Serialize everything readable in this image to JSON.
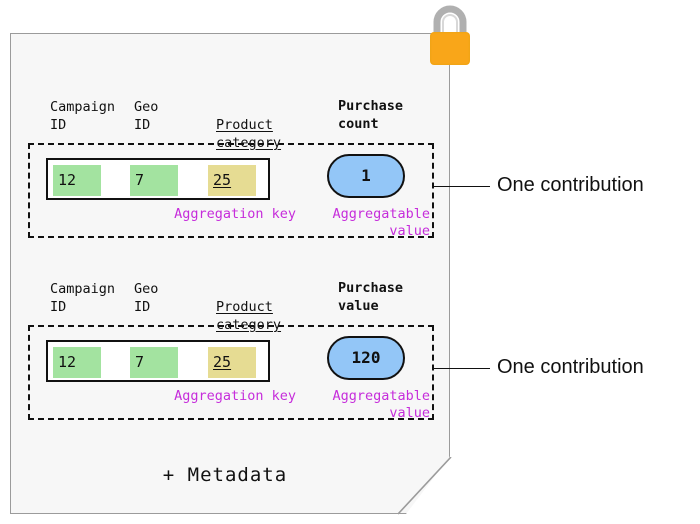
{
  "diagram": {
    "title": "Aggregatable report structure",
    "background_color": "#ffffff",
    "page_color": "#f7f7f7",
    "accent_magenta": "#c62ddb",
    "key_green": "#a3e3a0",
    "key_yellow": "#e6dc93",
    "value_blue": "#93c6f7",
    "lock_orange": "#f9a619",
    "lock_shackle_gray": "#b0b0b0"
  },
  "lock": {
    "icon": "padlock-icon",
    "state": "locked"
  },
  "contributions": [
    {
      "headers": {
        "campaign_id": "Campaign\nID",
        "geo_id": "Geo\nID",
        "product_category": "Product\ncategory",
        "metric": "Purchase\ncount"
      },
      "key_cells": [
        {
          "label": "12",
          "color": "#a3e3a0",
          "underlined": false
        },
        {
          "label": "7",
          "color": "#a3e3a0",
          "underlined": false
        },
        {
          "label": "25",
          "color": "#e6dc93",
          "underlined": true
        }
      ],
      "value": "1",
      "key_caption": "Aggregation key",
      "value_caption": "Aggregatable\nvalue",
      "callout": "One contribution"
    },
    {
      "headers": {
        "campaign_id": "Campaign\nID",
        "geo_id": "Geo\nID",
        "product_category": "Product\ncategory",
        "metric": "Purchase\nvalue"
      },
      "key_cells": [
        {
          "label": "12",
          "color": "#a3e3a0",
          "underlined": false
        },
        {
          "label": "7",
          "color": "#a3e3a0",
          "underlined": false
        },
        {
          "label": "25",
          "color": "#e6dc93",
          "underlined": true
        }
      ],
      "value": "120",
      "key_caption": "Aggregation key",
      "value_caption": "Aggregatable\nvalue",
      "callout": "One contribution"
    }
  ],
  "footer": {
    "metadata_label": "+ Metadata"
  }
}
